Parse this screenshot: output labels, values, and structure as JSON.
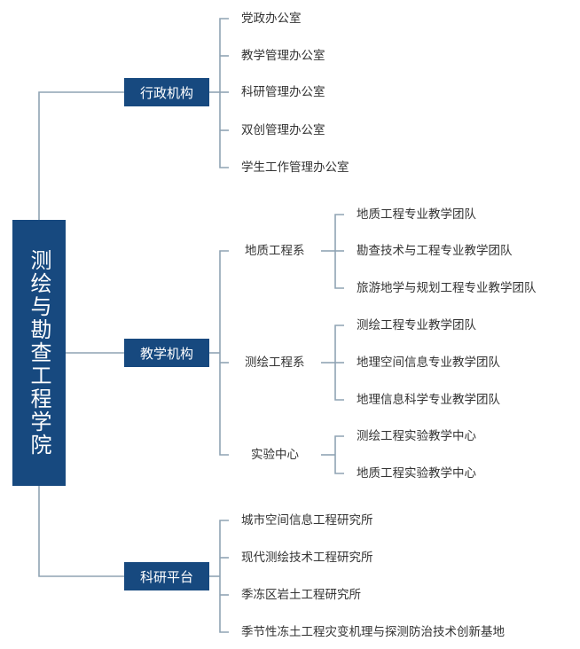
{
  "root": {
    "title": "测绘与勘查工程学院"
  },
  "categories": {
    "admin": {
      "label": "行政机构",
      "items": [
        "党政办公室",
        "教学管理办公室",
        "科研管理办公室",
        "双创管理办公室",
        "学生工作管理办公室"
      ]
    },
    "teaching": {
      "label": "教学机构",
      "departments": [
        {
          "label": "地质工程系",
          "teams": [
            "地质工程专业教学团队",
            "勘查技术与工程专业教学团队",
            "旅游地学与规划工程专业教学团队"
          ]
        },
        {
          "label": "测绘工程系",
          "teams": [
            "测绘工程专业教学团队",
            "地理空间信息专业教学团队",
            "地理信息科学专业教学团队"
          ]
        },
        {
          "label": "实验中心",
          "teams": [
            "测绘工程实验教学中心",
            "地质工程实验教学中心"
          ]
        }
      ]
    },
    "research": {
      "label": "科研平台",
      "items": [
        "城市空间信息工程研究所",
        "现代测绘技术工程研究所",
        "季冻区岩土工程研究所",
        "季节性冻土工程灾变机理与探测防治技术创新基地"
      ]
    }
  }
}
